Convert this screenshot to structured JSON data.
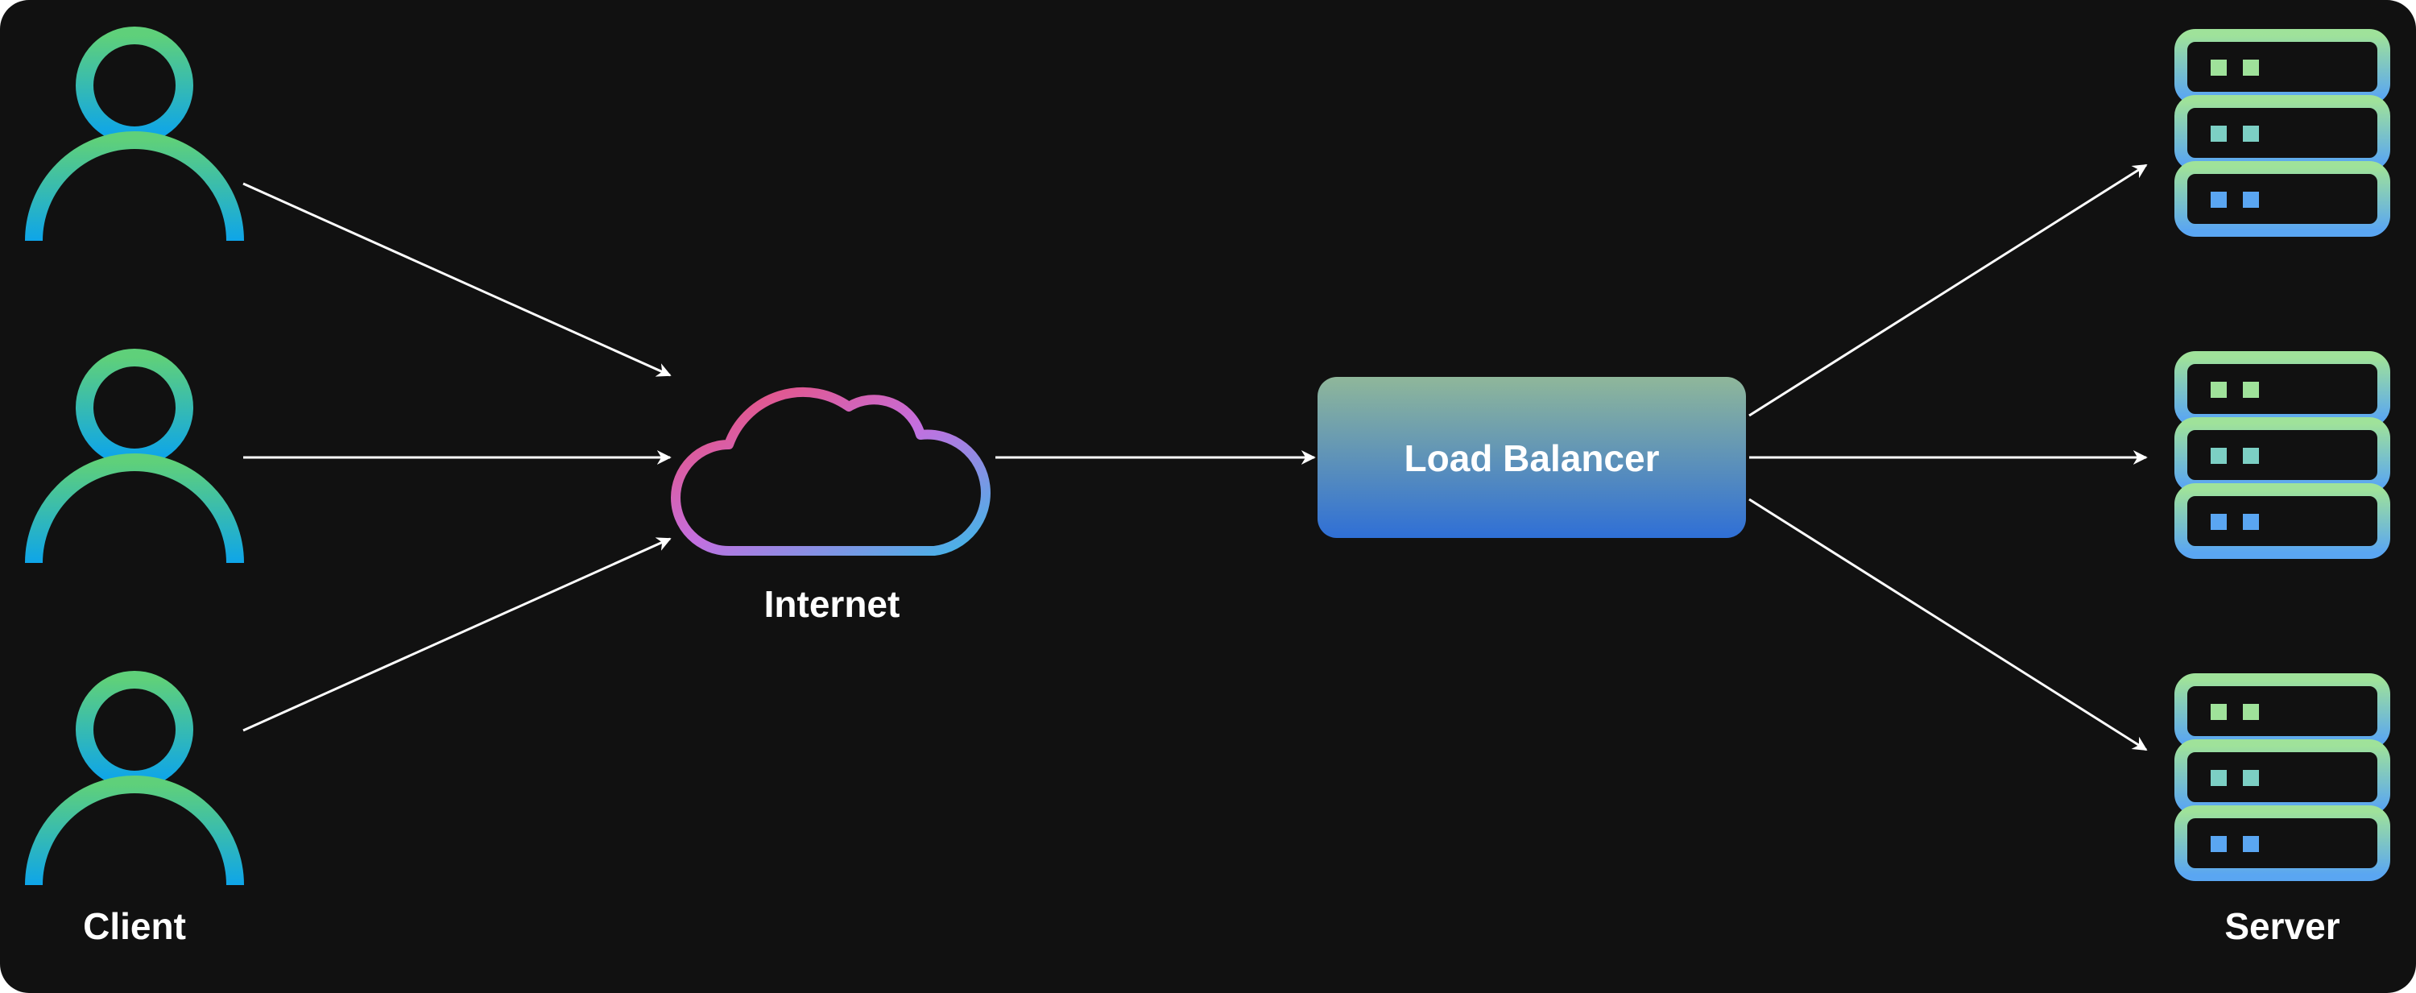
{
  "labels": {
    "client": "Client",
    "internet": "Internet",
    "load_balancer": "Load Balancer",
    "server": "Server"
  },
  "colors": {
    "background": "#111111",
    "user_gradient": [
      "#5fd07a",
      "#0ea5e9"
    ],
    "cloud_gradient": [
      "#ef4d6a",
      "#c46fe0",
      "#3db8e8"
    ],
    "load_balancer_gradient": [
      "#8fb79a",
      "#2f6fd6"
    ],
    "server_gradient": [
      "#9fe29a",
      "#5aa6f2"
    ],
    "arrow": "#ffffff"
  },
  "icons": {
    "client": "user-icon",
    "internet": "cloud-icon",
    "server": "server-icon"
  },
  "counts": {
    "clients": 3,
    "servers": 3
  }
}
